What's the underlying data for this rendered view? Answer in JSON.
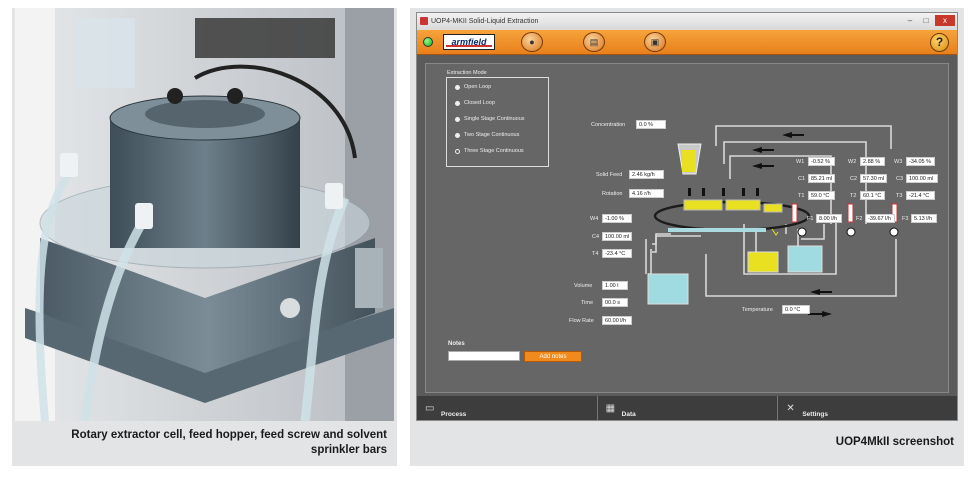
{
  "left_caption": "Rotary extractor cell, feed hopper, feed screw and solvent sprinkler bars",
  "right_caption": "UOP4MkII  screenshot",
  "app": {
    "title": "UOP4-MKII Solid-Liquid Extraction",
    "logo": "armfield",
    "help": "?",
    "window_close": "x"
  },
  "extraction_mode": {
    "title": "Extraction Mode",
    "options": [
      {
        "label": "Open Loop",
        "selected": false
      },
      {
        "label": "Closed Loop",
        "selected": false
      },
      {
        "label": "Single Stage Continuous",
        "selected": false
      },
      {
        "label": "Two Stage Continuous",
        "selected": false
      },
      {
        "label": "Three Stage Continuous",
        "selected": true
      }
    ]
  },
  "readings": {
    "concentration": {
      "label": "Concentration",
      "value": "0.0 %"
    },
    "solid_feed": {
      "label": "Solid Feed",
      "value": "2.46 kg/h"
    },
    "rotation": {
      "label": "Rotation",
      "value": "4.16 r/h"
    },
    "w4": {
      "label": "W4",
      "value": "-1.00 %"
    },
    "c4": {
      "label": "C4",
      "value": "100.00 ml"
    },
    "t4": {
      "label": "T4",
      "value": "-23.4 °C"
    },
    "volume": {
      "label": "Volume",
      "value": "1.00 l"
    },
    "time": {
      "label": "Time",
      "value": "00.0 s"
    },
    "flow_rate": {
      "label": "Flow Rate",
      "value": "60.00 l/h"
    },
    "w1": {
      "label": "W1",
      "value": "-0.52 %"
    },
    "c1": {
      "label": "C1",
      "value": "85.21 ml"
    },
    "t1": {
      "label": "T1",
      "value": "59.0 °C"
    },
    "w2": {
      "label": "W2",
      "value": "2.88 %"
    },
    "c2": {
      "label": "C2",
      "value": "57.30 ml"
    },
    "t2": {
      "label": "T2",
      "value": "60.1 °C"
    },
    "w3": {
      "label": "W3",
      "value": "-34.05 %"
    },
    "c3": {
      "label": "C3",
      "value": "100.00 ml"
    },
    "t3": {
      "label": "T3",
      "value": "-21.4 °C"
    },
    "f1": {
      "label": "F1",
      "value": "8.00 l/h"
    },
    "f2": {
      "label": "F2",
      "value": "-39.67 l/h"
    },
    "f3": {
      "label": "F3",
      "value": "5.13 l/h"
    },
    "temperature": {
      "label": "Temperature",
      "value": "0.0 °C"
    }
  },
  "notes": {
    "label": "Notes",
    "button": "Add notes"
  },
  "tabs": [
    {
      "label": "Process",
      "icon": "monitor-icon"
    },
    {
      "label": "Data",
      "icon": "table-icon"
    },
    {
      "label": "Settings",
      "icon": "tools-icon"
    }
  ],
  "colors": {
    "accent": "#ef8a1e",
    "panel": "#666666",
    "liquid": "#9fdbe0",
    "solids": "#e8e020"
  }
}
